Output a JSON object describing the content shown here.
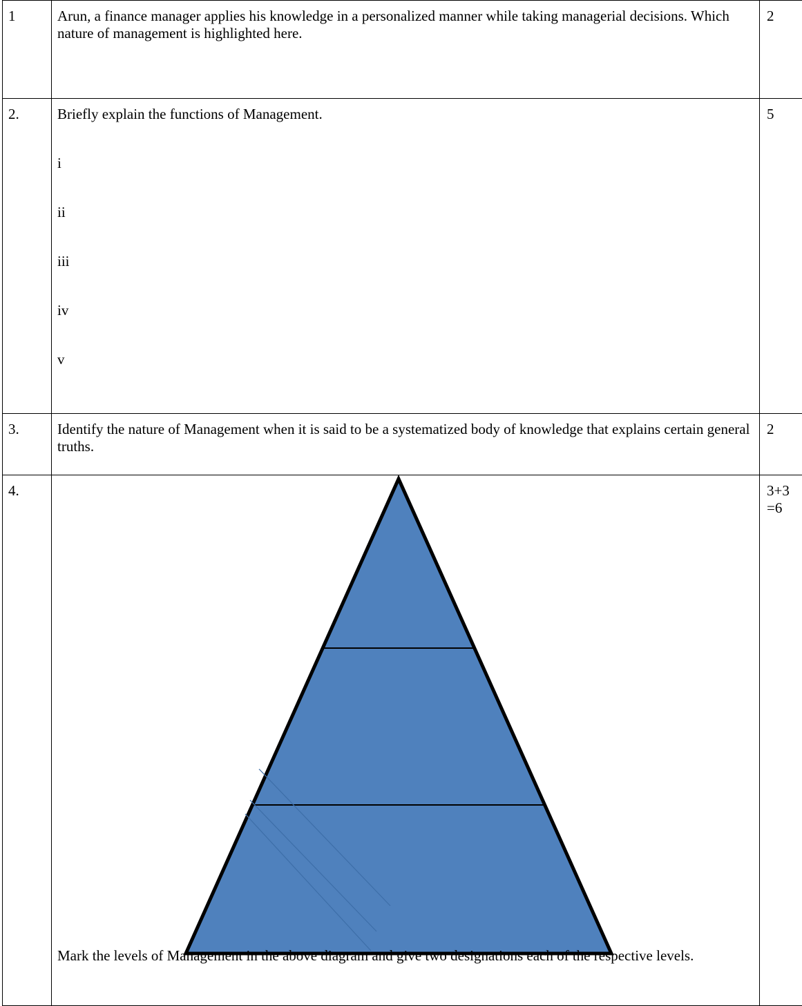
{
  "questions": [
    {
      "number": "1",
      "text": "Arun, a finance manager applies his knowledge in a personalized manner while taking managerial decisions. Which nature of management is highlighted here.",
      "marks": "2"
    },
    {
      "number": "2.",
      "text": "Briefly explain  the functions   of Management.",
      "items": [
        "i",
        "ii",
        "iii",
        "iv",
        "v"
      ],
      "marks": "5"
    },
    {
      "number": "3.",
      "text": "Identify the nature of Management when it is said to be a systematized body of knowledge that explains certain general truths.",
      "marks": "2"
    },
    {
      "number": "4.",
      "text": "Mark the levels of Management in the above diagram and give two designations each of the respective levels.",
      "marks_line1": "3+3",
      "marks_line2": "=6"
    }
  ],
  "diagram": {
    "fill_color": "#4f81bd",
    "outline_color": "#000000",
    "level_count": 3
  }
}
